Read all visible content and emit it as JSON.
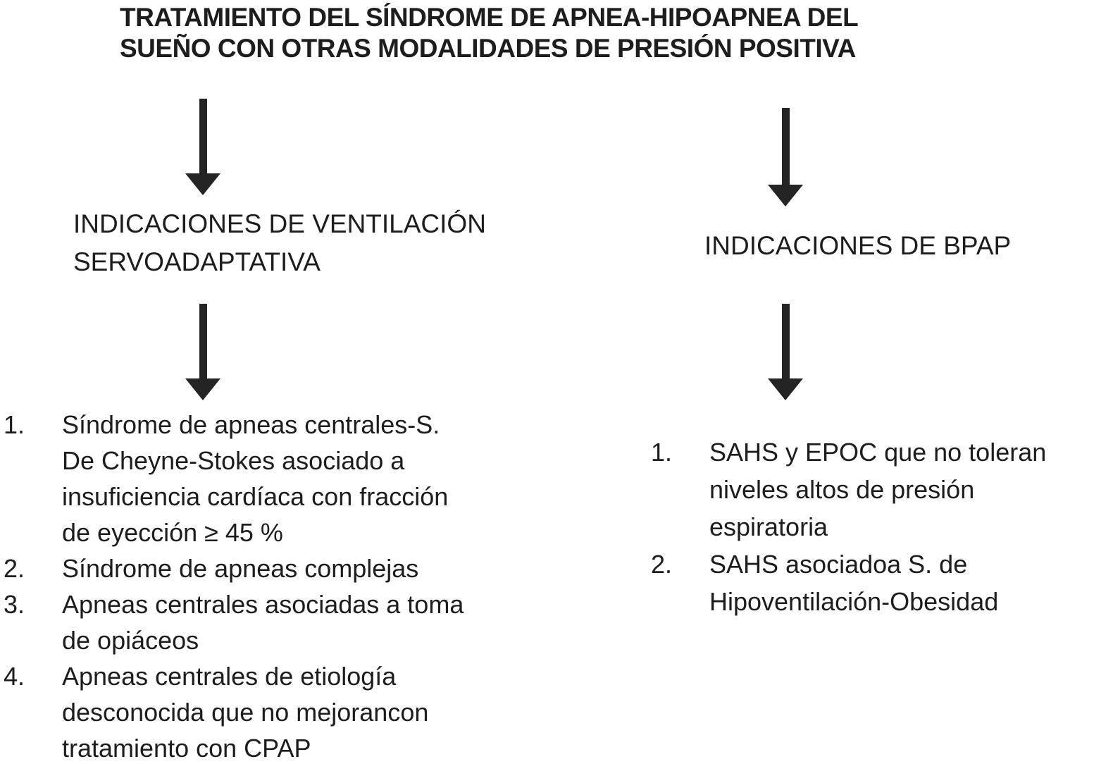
{
  "title": "TRATAMIENTO DEL SÍNDROME DE APNEA-HIPOAPNEA DEL\nSUEÑO CON OTRAS MODALIDADES DE PRESIÓN POSITIVA",
  "branches": {
    "left": {
      "heading": "INDICACIONES DE VENTILACIÓN\nSERVOADAPTATIVA",
      "items": [
        {
          "number": "1.",
          "text": "Síndrome de apneas centrales-S.\nDe Cheyne-Stokes asociado a\ninsuficiencia cardíaca con fracción\nde eyección ≥ 45 %"
        },
        {
          "number": "2.",
          "text": "Síndrome de apneas complejas"
        },
        {
          "number": "3.",
          "text": "Apneas centrales asociadas a toma\nde opiáceos"
        },
        {
          "number": "4.",
          "text": "Apneas centrales de etiología\ndesconocida que no mejorancon\ntratamiento con CPAP"
        }
      ]
    },
    "right": {
      "heading": "INDICACIONES DE BPAP",
      "items": [
        {
          "number": "1.",
          "text": "SAHS y EPOC que no toleran\nniveles altos de presión\nespiratoria"
        },
        {
          "number": "2.",
          "text": "SAHS asociadoa S. de\nHipoventilación-Obesidad"
        }
      ]
    }
  },
  "icons": {
    "connector": "down-arrow"
  },
  "colors": {
    "background": "#ffffff",
    "text": "#1d1d1d",
    "arrow": "#242424"
  }
}
